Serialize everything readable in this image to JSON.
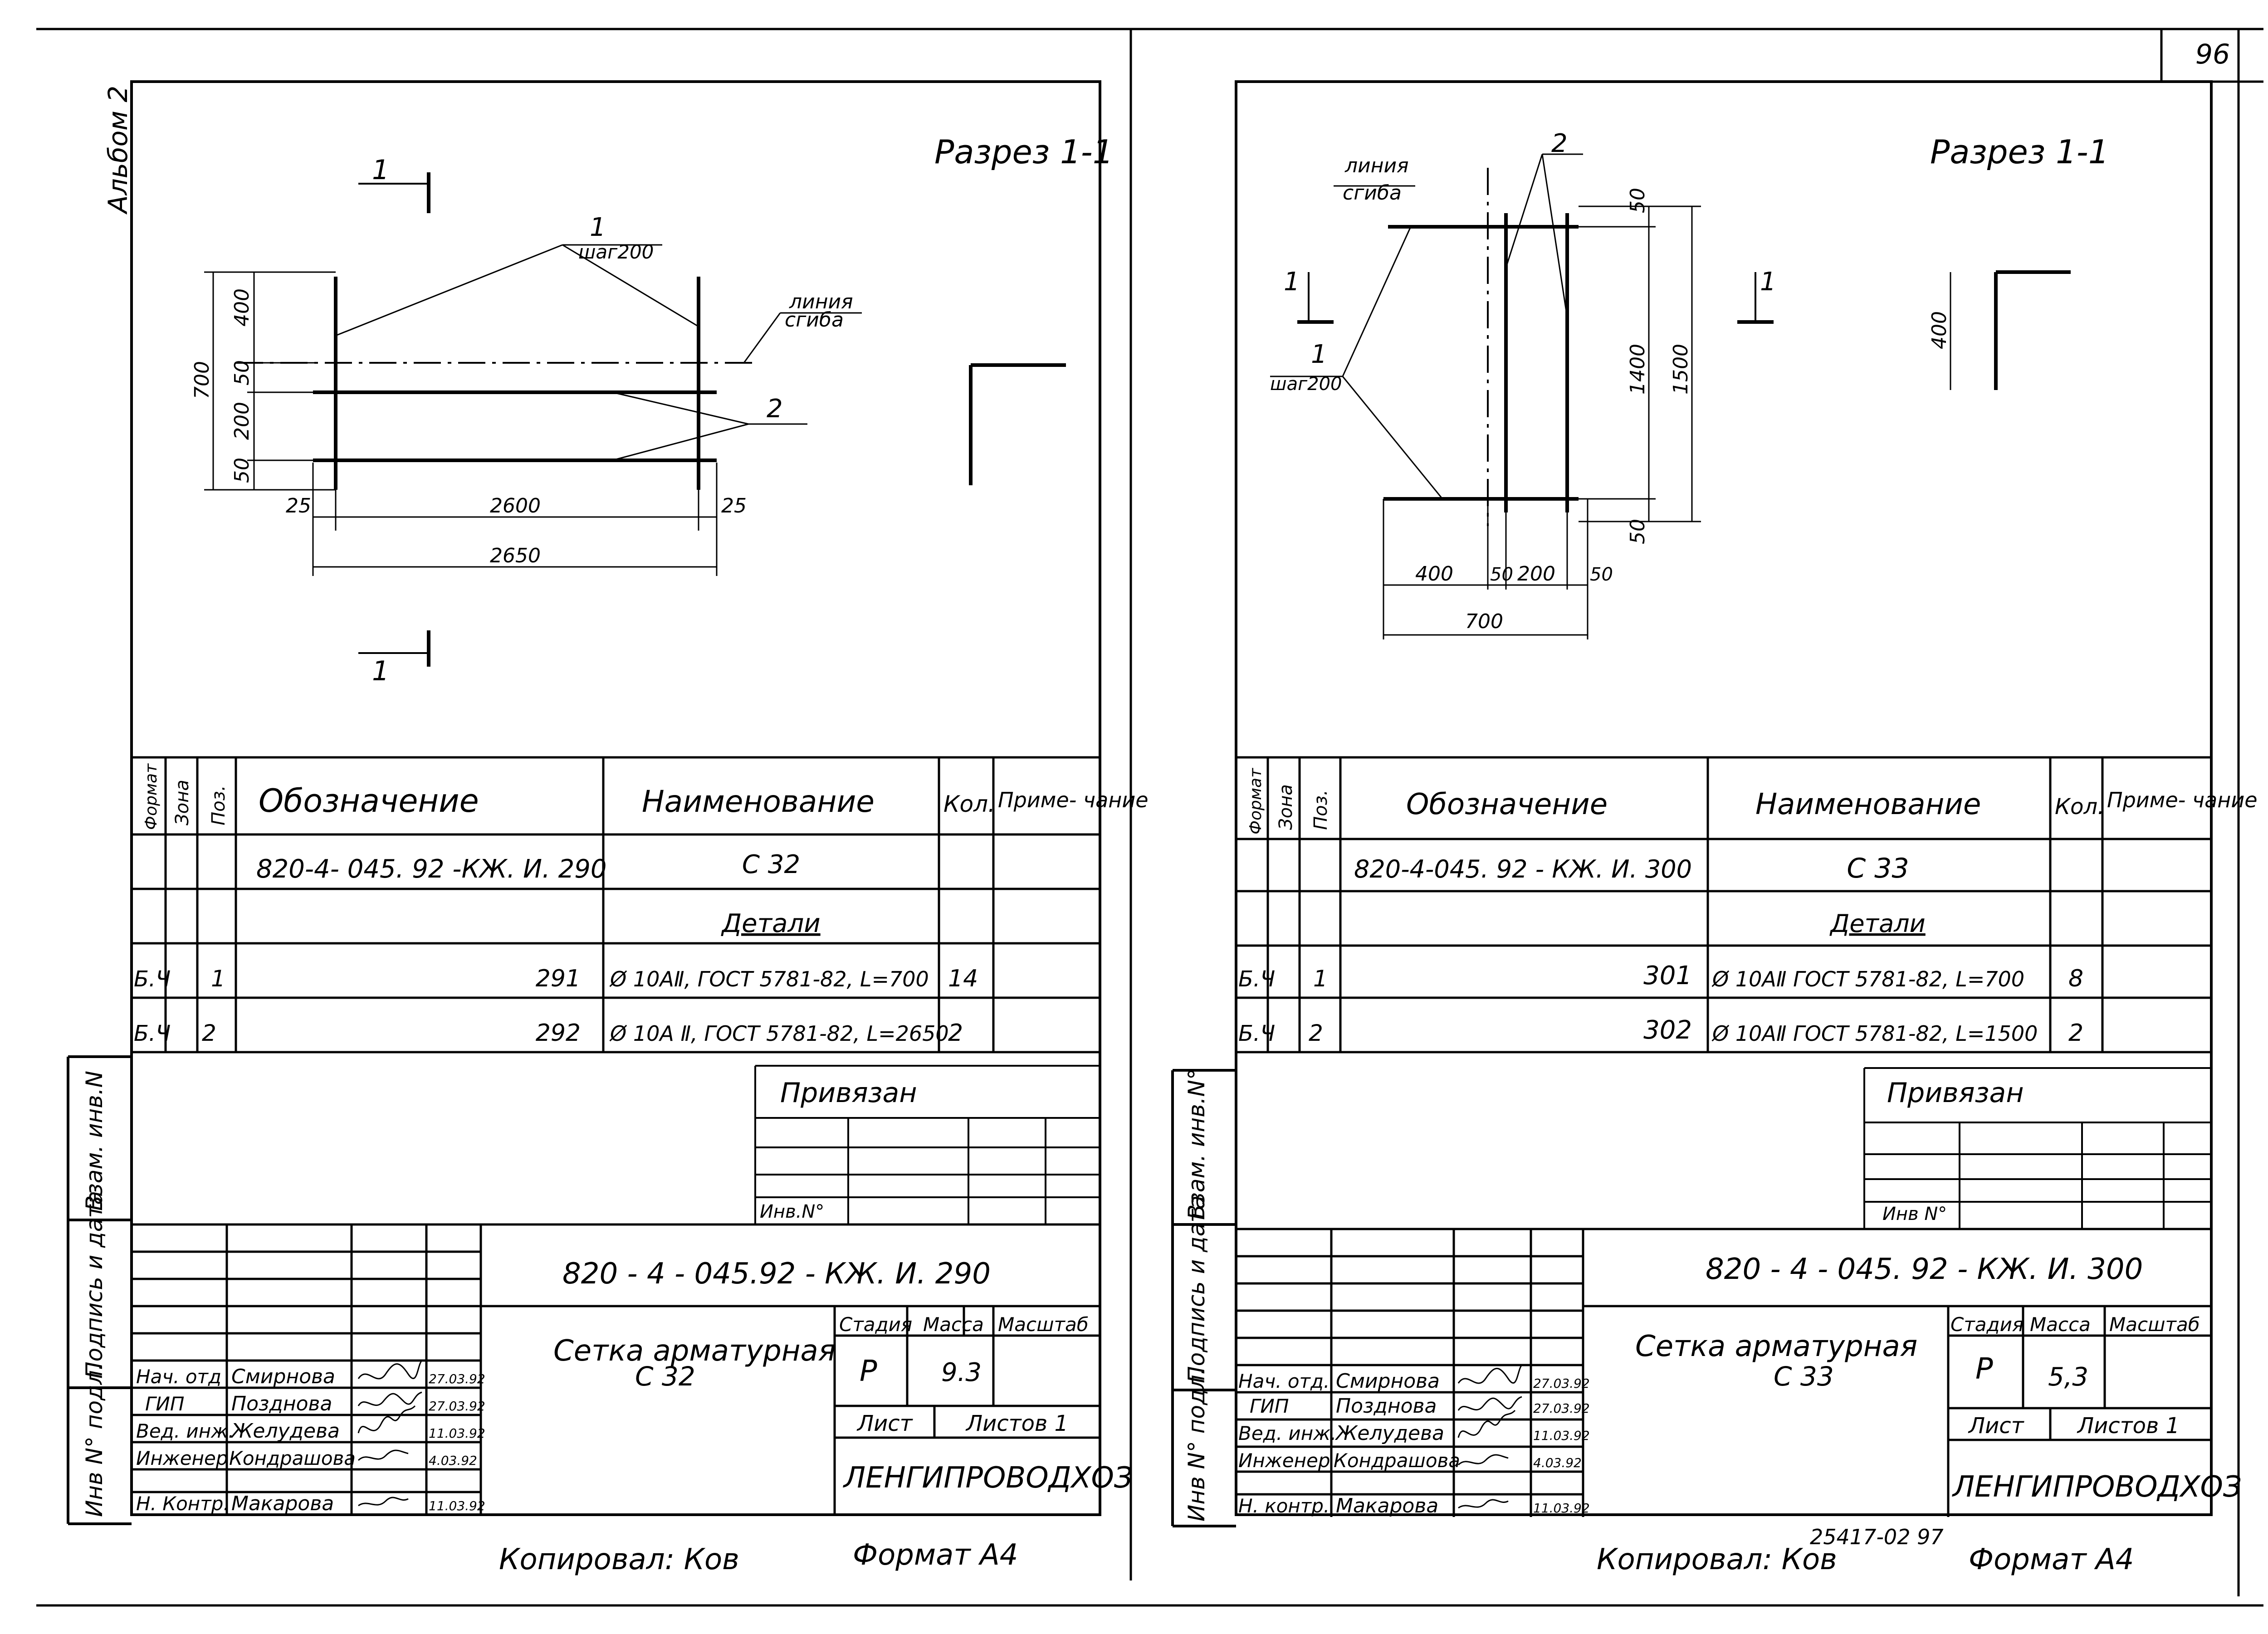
{
  "page_number": "96",
  "vertical_labels": {
    "album": "Альбом 2",
    "vzam_inv_left": "Взам. инв.N",
    "vzam_inv_right": "Взам. инв.N°",
    "podpis": "Подпись и дата",
    "inv_podl": "Инв N° подл."
  },
  "sheets": [
    {
      "section_label": "Разрез 1-1",
      "drawing": {
        "section_mark": "1",
        "callout_1": "1",
        "callout_1_sub": "шаг200",
        "callout_2": "2",
        "bend_line_label": [
          "линия",
          "сгиба"
        ],
        "dims_vertical": [
          "400",
          "50",
          "200",
          "50"
        ],
        "dim_total_vertical": "700",
        "dims_horizontal": [
          "25",
          "2600",
          "25"
        ],
        "dim_total_horizontal": "2650"
      },
      "spec": {
        "headers": {
          "format": "Формат",
          "zone": "Зона",
          "pos": "Поз.",
          "designation": "Обозначение",
          "name": "Наименование",
          "qty": "Кол.",
          "note": "Приме- чание"
        },
        "rows": [
          {
            "format": "",
            "pos": "",
            "designation": "820-4- 045. 92 -КЖ. И. 290",
            "name": "С 32",
            "qty": ""
          },
          {
            "format": "",
            "pos": "",
            "designation": "",
            "name": "Детали",
            "qty": ""
          },
          {
            "format": "Б.Ч",
            "pos": "1",
            "designation": "291",
            "name": "Ø 10АⅡ, ГОСТ 5781-82, L=700",
            "qty": "14"
          },
          {
            "format": "Б.Ч",
            "pos": "2",
            "designation": "292",
            "name": "Ø 10А Ⅱ, ГОСТ 5781-82, L=2650",
            "qty": "2"
          }
        ]
      },
      "privyazan": "Привязан",
      "inv_no": "Инв.N°",
      "title_block": {
        "code": "820 - 4 - 045.92 - КЖ. И. 290",
        "title": "Сетка арматурная",
        "subtitle": "С 32",
        "stage_label": "Стадия",
        "mass_label": "Масса",
        "scale_label": "Масштаб",
        "stage": "Р",
        "mass": "9.3",
        "sheet_label": "Лист",
        "sheets_label": "Листов 1",
        "org": "ЛЕНГИПРОВОДХОЗ",
        "signatures": [
          {
            "role": "Нач. отд",
            "name": "Смирнова",
            "date": "27.03.92"
          },
          {
            "role": "ГИП",
            "name": "Позднова",
            "date": "27.03.92"
          },
          {
            "role": "Вед. инж.",
            "name": "Желудева",
            "date": "11.03.92"
          },
          {
            "role": "Инженер",
            "name": "Кондрашова",
            "date": "4.03.92"
          },
          {
            "role": "Н. Контр.",
            "name": "Макарова",
            "date": "11.03.92"
          }
        ]
      },
      "copied": "Копировал: Ков",
      "format": "Формат А4"
    },
    {
      "section_label": "Разрез 1-1",
      "drawing": {
        "section_mark": "1",
        "callout_1": "1",
        "callout_1_sub": "шаг200",
        "callout_2": "2",
        "bend_line_label": [
          "линия",
          "сгиба"
        ],
        "dims_vertical": [
          "50",
          "1400",
          "50"
        ],
        "dim_total_vertical": "1500",
        "dims_horizontal": [
          "400",
          "50",
          "200",
          "50"
        ],
        "dim_total_horizontal": "700",
        "section_dim": "400"
      },
      "spec": {
        "headers": {
          "format": "Формат",
          "zone": "Зона",
          "pos": "Поз.",
          "designation": "Обозначение",
          "name": "Наименование",
          "qty": "Кол.",
          "note": "Приме- чание"
        },
        "rows": [
          {
            "format": "",
            "pos": "",
            "designation": "820-4-045. 92 - КЖ. И. 300",
            "name": "С 33",
            "qty": ""
          },
          {
            "format": "",
            "pos": "",
            "designation": "",
            "name": "Детали",
            "qty": ""
          },
          {
            "format": "Б.Ч",
            "pos": "1",
            "designation": "301",
            "name": "Ø 10АⅡ ГОСТ 5781-82, L=700",
            "qty": "8"
          },
          {
            "format": "Б.Ч",
            "pos": "2",
            "designation": "302",
            "name": "Ø 10АⅡ ГОСТ 5781-82, L=1500",
            "qty": "2"
          }
        ]
      },
      "privyazan": "Привязан",
      "inv_no": "Инв N°",
      "title_block": {
        "code": "820 - 4 - 045. 92 - КЖ. И. 300",
        "title": "Сетка арматурная",
        "subtitle": "С 33",
        "stage_label": "Стадия",
        "mass_label": "Масса",
        "scale_label": "Масштаб",
        "stage": "Р",
        "mass": "5,3",
        "sheet_label": "Лист",
        "sheets_label": "Листов 1",
        "org": "ЛЕНГИПРОВОДХОЗ",
        "signatures": [
          {
            "role": "Нач. отд.",
            "name": "Смирнова",
            "date": "27.03.92"
          },
          {
            "role": "ГИП",
            "name": "Позднова",
            "date": "27.03.92"
          },
          {
            "role": "Вед. инж.",
            "name": "Желудева",
            "date": "11.03.92"
          },
          {
            "role": "Инженер",
            "name": "Кондрашова",
            "date": "4.03.92"
          },
          {
            "role": "Н. контр.",
            "name": "Макарова",
            "date": "11.03.92"
          }
        ]
      },
      "copied": "Копировал: Ков",
      "stamp": "25417-02 97",
      "format": "Формат А4"
    }
  ]
}
